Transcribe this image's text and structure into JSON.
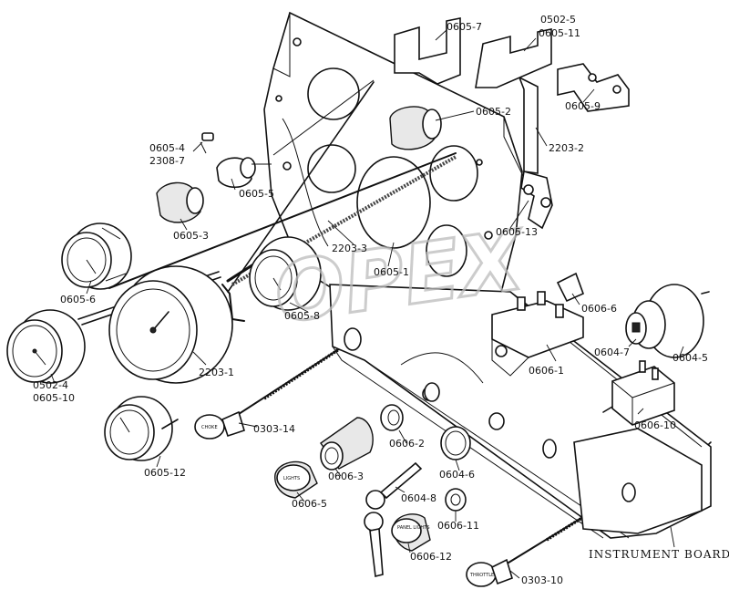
{
  "labels": {
    "l0605_7": "0605-7",
    "l0502_5": "0502-5",
    "l0605_11": "0605-11",
    "l0605_9": "0605-9",
    "l0605_2": "0605-2",
    "l2203_2": "2203-2",
    "l0605_4": "0605-4",
    "l2308_7": "2308-7",
    "l0605_5": "0605-5",
    "l0605_3": "0605-3",
    "l0605_13": "0605-13",
    "l2203_3": "2203-3",
    "l0605_1": "0605-1",
    "l0605_6a": "0605-6",
    "l0605_8": "0605-8",
    "l0606_6a": "0606-6",
    "l0604_7": "0604-7",
    "l0604_5": "0604-5",
    "l0502_4": "0502-4",
    "l0605_10": "0605-10",
    "l2203_1": "2203-1",
    "l0606_1": "0606-1",
    "l0303_14": "0303-14",
    "l0606_2": "0606-2",
    "l0606_10": "0606-10",
    "l0605_12": "0605-12",
    "l0606_3": "0606-3",
    "l0604_6": "0604-6",
    "l0606_5": "0606-5",
    "l0604_8": "0604-8",
    "l0606_11": "0606-11",
    "l0606_12": "0606-12",
    "l0303_10": "0303-10",
    "instrument_board": "INSTRUMENT BOARD"
  },
  "knob_text": {
    "choke": "CHOKE",
    "lights": "LIGHTS",
    "panel_lights": "PANEL LIGHTS",
    "throttle": "THROTTLE"
  },
  "watermark": "OPEX"
}
